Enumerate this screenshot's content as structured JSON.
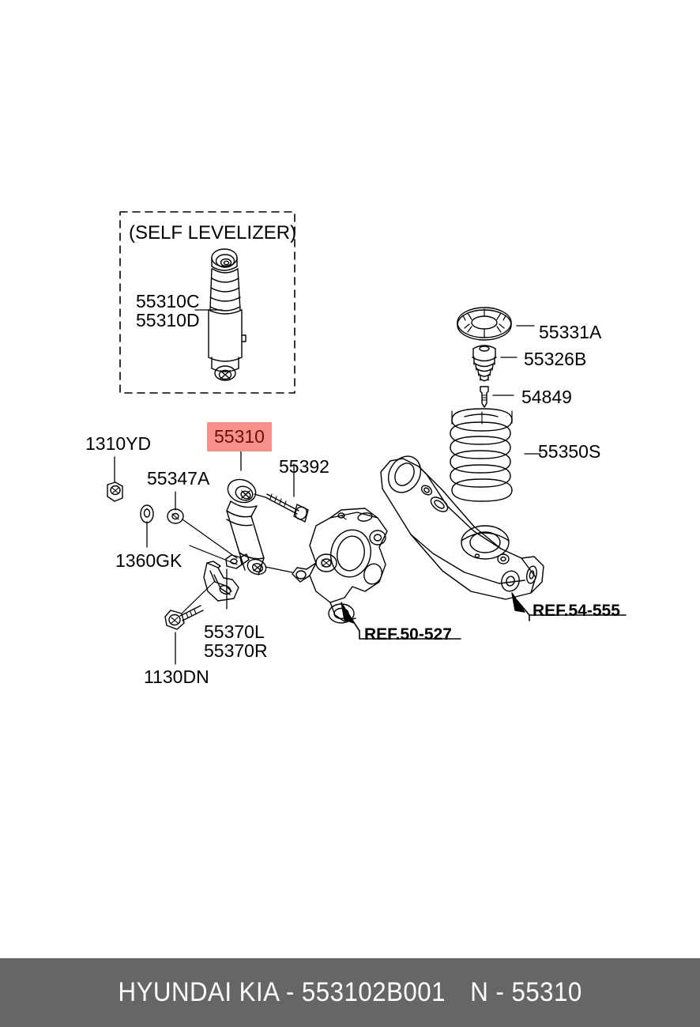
{
  "diagram": {
    "inset": {
      "title": "(SELF LEVELIZER)",
      "labels": [
        "55310C",
        "55310D"
      ]
    },
    "highlighted_part": "55310",
    "labels": [
      {
        "id": "l1",
        "text": "1310YD"
      },
      {
        "id": "l2",
        "text": "55347A"
      },
      {
        "id": "l3",
        "text": "1360GK"
      },
      {
        "id": "l4",
        "text": "55392"
      },
      {
        "id": "l5",
        "text": "55370L"
      },
      {
        "id": "l6",
        "text": "55370R"
      },
      {
        "id": "l7",
        "text": "1130DN"
      },
      {
        "id": "l8",
        "text": "55331A"
      },
      {
        "id": "l9",
        "text": "55326B"
      },
      {
        "id": "l10",
        "text": "54849"
      },
      {
        "id": "l11",
        "text": "55350S"
      }
    ],
    "references": [
      {
        "id": "r1",
        "text": "REF.50-527"
      },
      {
        "id": "r2",
        "text": "REF.54-555"
      }
    ]
  },
  "footer": {
    "brand_part": "HYUNDAI KIA - 553102B001",
    "alt_part": "N - 55310",
    "background": "#666666",
    "text_color": "#ffffff"
  }
}
